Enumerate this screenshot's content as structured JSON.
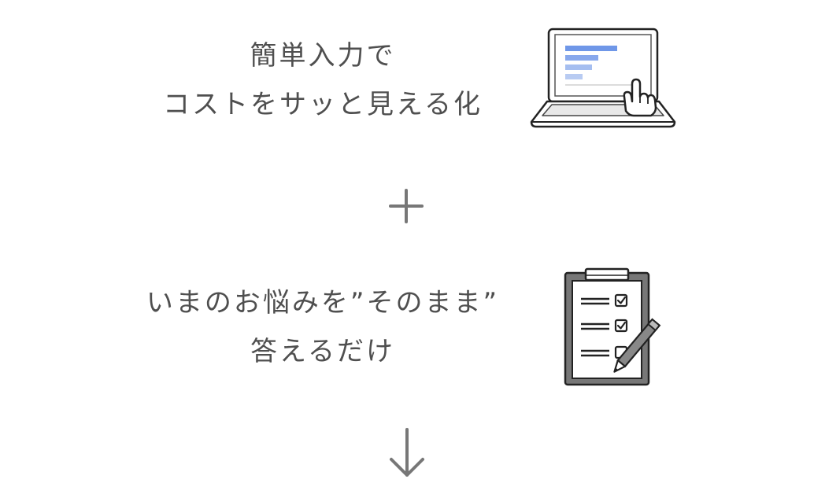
{
  "feature1": {
    "line1": "簡単入力で",
    "line2": "コストをサッと見える化",
    "icon": "laptop-touch-icon"
  },
  "connector": {
    "icon": "plus-icon"
  },
  "feature2": {
    "line1": "いまのお悩みを”そのまま”",
    "line2": "答えるだけ",
    "icon": "clipboard-checklist-icon"
  },
  "flow": {
    "icon": "arrow-down-icon"
  },
  "colors": {
    "text": "#4f4f4f",
    "icon_gray": "#777777",
    "bar_blue": "#6f97e8",
    "bar_light": "#b8cbf2"
  }
}
